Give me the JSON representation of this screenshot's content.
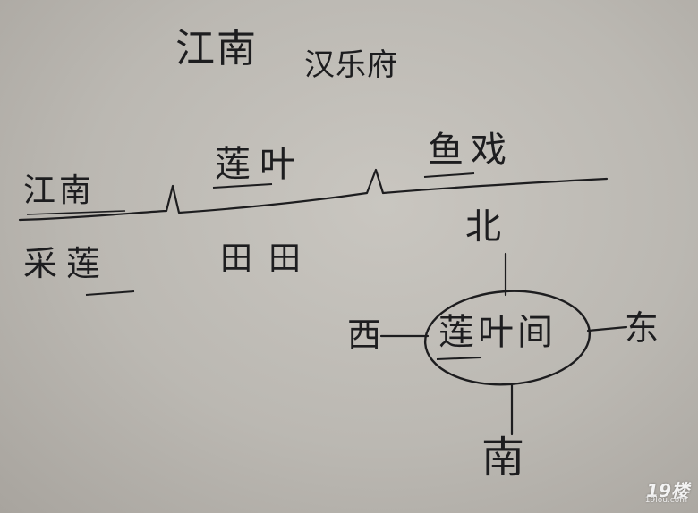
{
  "title": {
    "main": "江南",
    "sub": "汉乐府"
  },
  "line_labels": {
    "jiangnan": "江南",
    "lianye": "莲叶",
    "yuxi": "鱼戏"
  },
  "below_line": {
    "cailian": "采莲",
    "tiantian": "田田"
  },
  "compass": {
    "north": "北",
    "west": "西",
    "center": "莲叶间",
    "east": "东",
    "south": "南"
  },
  "watermark": {
    "logo": "19楼",
    "url": "19lou.com"
  }
}
